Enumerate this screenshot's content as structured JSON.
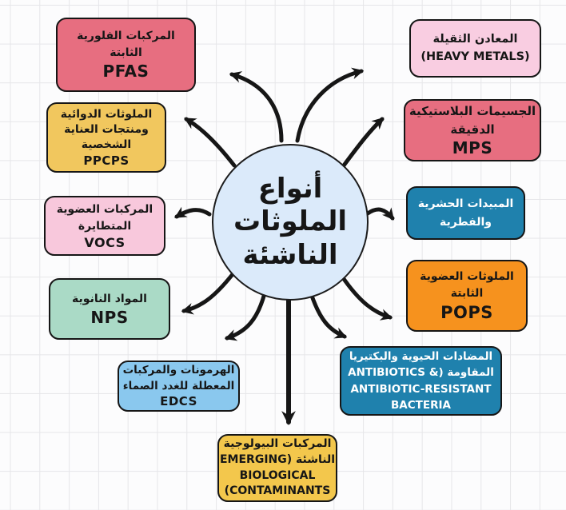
{
  "title": "أنواع الملوثات الناشئة",
  "center": {
    "lines": [
      "أنواع",
      "الملوثات",
      "الناشئة"
    ],
    "bg": "#dbeafa",
    "text": "#161616"
  },
  "arrow_color": "#161616",
  "nodes": [
    {
      "id": "pfas",
      "bg": "#e76e80",
      "text": "#161616",
      "lines": [
        "المركبات الفلورية",
        "الثابتة",
        "PFAS"
      ]
    },
    {
      "id": "heavy-metals",
      "bg": "#f9cde1",
      "text": "#161616",
      "lines": [
        "المعادن الثقيلة",
        "(HEAVY METALS)"
      ]
    },
    {
      "id": "ppcps",
      "bg": "#f1c75e",
      "text": "#161616",
      "lines": [
        "الملوثات الدوائية",
        "ومنتجات العناية",
        "الشخصية",
        "PPCPS"
      ]
    },
    {
      "id": "mps",
      "bg": "#e76e80",
      "text": "#161616",
      "lines": [
        "الجسيمات البلاستيكية",
        "الدقيقة",
        "MPS"
      ]
    },
    {
      "id": "vocs",
      "bg": "#f8c8dc",
      "text": "#161616",
      "lines": [
        "المركبات العضوية",
        "المتطايرة",
        "VOCS"
      ]
    },
    {
      "id": "pesticides",
      "bg": "#1f81ad",
      "text": "#ffffff",
      "lines": [
        "المبيدات الحشرية",
        "والفطرية"
      ]
    },
    {
      "id": "nps",
      "bg": "#aadac6",
      "text": "#161616",
      "lines": [
        "المواد النانوية",
        "NPS"
      ]
    },
    {
      "id": "pops",
      "bg": "#f6921e",
      "text": "#161616",
      "lines": [
        "الملوثات العضوية",
        "الثابتة",
        "POPS"
      ]
    },
    {
      "id": "edcs",
      "bg": "#8ac8ee",
      "text": "#161616",
      "lines": [
        "الهرمونات والمركبات",
        "المعطلة للغدد الصماء",
        "EDCS"
      ]
    },
    {
      "id": "antibiotics",
      "bg": "#1f81ad",
      "text": "#ffffff",
      "lines": [
        "المضادات الحيوية والبكتيريا",
        "ANTIBIOTICS &) المقاومة",
        "ANTIBIOTIC-RESISTANT",
        "BACTERIA"
      ]
    },
    {
      "id": "emerging-biological",
      "bg": "#f3c74c",
      "text": "#161616",
      "lines": [
        "المركبات البيولوجية",
        "EMERGING) الناشئة",
        "BIOLOGICAL",
        "(CONTAMINANTS"
      ]
    }
  ]
}
